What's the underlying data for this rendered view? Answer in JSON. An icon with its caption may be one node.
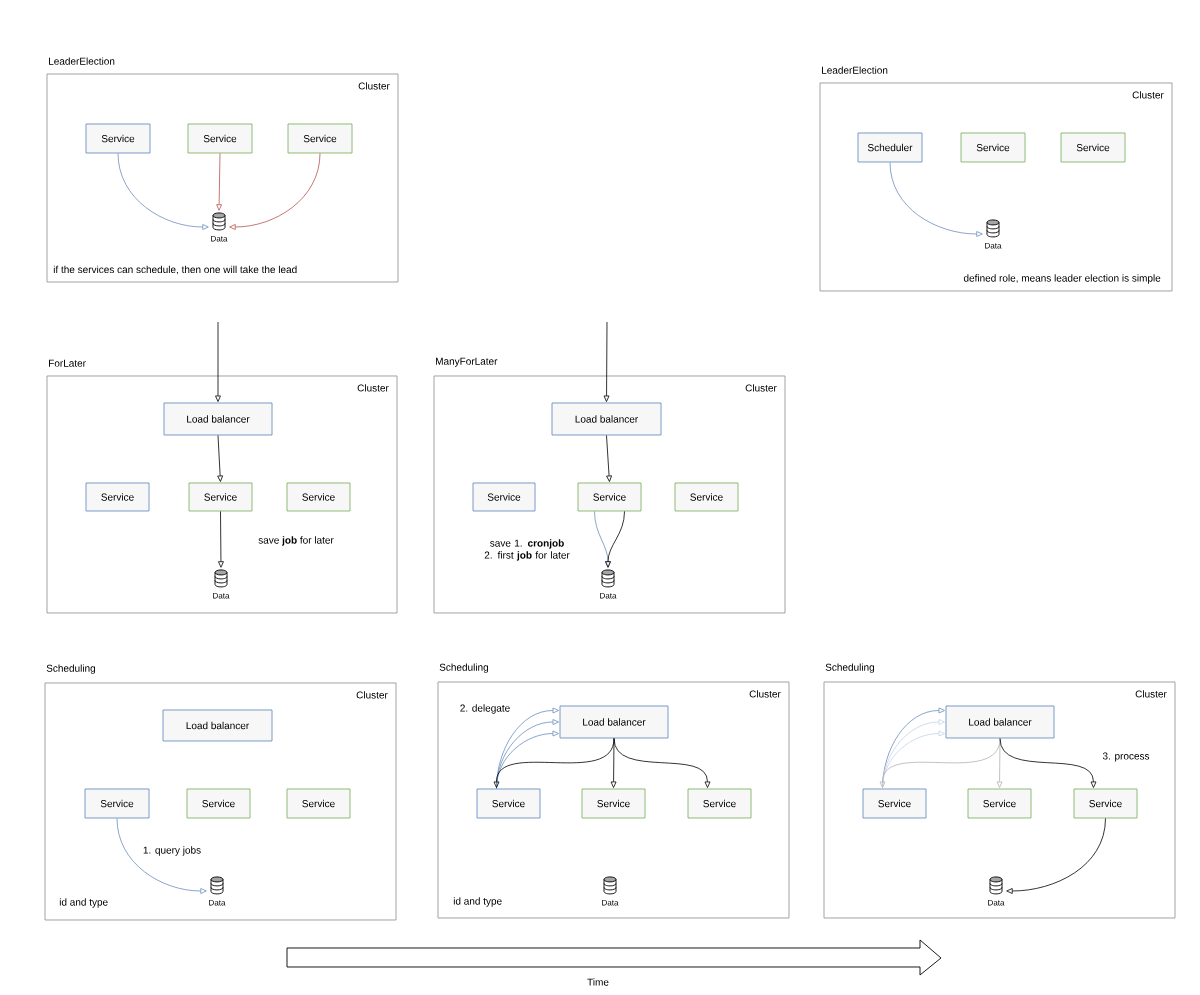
{
  "diagram": {
    "nodes": [
      {
        "text": [
          "LeaderElection",
          "Cluster"
        ]
      },
      {
        "text": [
          "Service"
        ],
        "in": 0
      },
      {
        "text": [
          "Service"
        ],
        "in": 0
      },
      {
        "text": [
          "Service"
        ],
        "in": 0
      },
      {
        "text": [
          "Data"
        ],
        "in": 0
      },
      {
        "text": [
          "LeaderElection",
          "Cluster"
        ]
      },
      {
        "text": [
          "Scheduler"
        ],
        "in": 5
      },
      {
        "text": [
          "Service"
        ],
        "in": 5
      },
      {
        "text": [
          "Service"
        ],
        "in": 5
      },
      {
        "text": [
          "Data"
        ],
        "in": 5
      },
      {
        "text": [
          "ForLater",
          "Cluster"
        ]
      },
      {
        "text": [
          "Load balancer"
        ],
        "in": 10
      },
      {
        "text": [
          "Service"
        ],
        "in": 10
      },
      {
        "text": [
          "Service"
        ],
        "in": 10
      },
      {
        "text": [
          "Service"
        ],
        "in": 10
      },
      {
        "text": [
          "Data"
        ],
        "in": 10
      },
      {
        "text": [
          "ManyForLater",
          "Cluster"
        ]
      },
      {
        "text": [
          "Load balancer"
        ],
        "in": 16
      },
      {
        "text": [
          "Service"
        ],
        "in": 16
      },
      {
        "text": [
          "Service"
        ],
        "in": 16
      },
      {
        "text": [
          "Service"
        ],
        "in": 16
      },
      {
        "text": [
          "Data"
        ],
        "in": 16
      },
      {
        "text": [
          "Scheduling",
          "Cluster"
        ]
      },
      {
        "text": [
          "Load balancer"
        ],
        "in": 22
      },
      {
        "text": [
          "Service"
        ],
        "in": 22
      },
      {
        "text": [
          "Service"
        ],
        "in": 22
      },
      {
        "text": [
          "Service"
        ],
        "in": 22
      },
      {
        "text": [
          "Data"
        ],
        "in": 22
      },
      {
        "text": [
          "Scheduling",
          "Cluster"
        ]
      },
      {
        "text": [
          "Load balancer"
        ],
        "in": 28
      },
      {
        "text": [
          "Service"
        ],
        "in": 28
      },
      {
        "text": [
          "Service"
        ],
        "in": 28
      },
      {
        "text": [
          "Service"
        ],
        "in": 28
      },
      {
        "text": [
          "Data"
        ],
        "in": 28
      },
      {
        "text": [
          "Scheduling",
          "Cluster"
        ]
      },
      {
        "text": [
          "Load balancer"
        ],
        "in": 34
      },
      {
        "text": [
          "Service"
        ],
        "in": 34
      },
      {
        "text": [
          "Service"
        ],
        "in": 34
      },
      {
        "text": [
          "Service"
        ],
        "in": 34
      },
      {
        "text": [
          "Data"
        ],
        "in": 34
      }
    ],
    "edges": [
      {
        "from": 1,
        "to": 4,
        "arrow": "to",
        "color": "#6c8ebf"
      },
      {
        "from": 2,
        "to": 4,
        "arrow": "to",
        "color": "#b85450"
      },
      {
        "from": 3,
        "to": 4,
        "arrow": "to",
        "color": "#b85450"
      },
      {
        "from": 6,
        "to": 9,
        "arrow": "to",
        "color": "#6c8ebf"
      },
      {
        "from": null,
        "to": 11,
        "arrow": "to"
      },
      {
        "from": 11,
        "to": 13,
        "arrow": "to"
      },
      {
        "from": 13,
        "to": 15,
        "arrow": "to",
        "label": "save **job** for later"
      },
      {
        "from": null,
        "to": 17,
        "arrow": "to"
      },
      {
        "from": 17,
        "to": 19,
        "arrow": "to"
      },
      {
        "from": 19,
        "to": 21,
        "arrow": "to",
        "color": "#6c8ebf"
      },
      {
        "from": 19,
        "to": 21,
        "arrow": "to"
      },
      {
        "from": 24,
        "to": 27,
        "arrow": "to",
        "color": "#6c8ebf",
        "label": "1. query jobs"
      },
      {
        "from": 30,
        "to": 29,
        "arrow": "to",
        "color": "#6c8ebf",
        "label": "2. delegate"
      },
      {
        "from": 30,
        "to": 29,
        "arrow": "to",
        "color": "#6c8ebf"
      },
      {
        "from": 30,
        "to": 29,
        "arrow": "to",
        "color": "#6c8ebf"
      },
      {
        "from": 29,
        "to": 30,
        "arrow": "to"
      },
      {
        "from": 29,
        "to": 31,
        "arrow": "to"
      },
      {
        "from": 29,
        "to": 32,
        "arrow": "to"
      },
      {
        "from": 36,
        "to": 35,
        "arrow": "to",
        "color": "#6c8ebf"
      },
      {
        "from": 36,
        "to": 35,
        "arrow": "to",
        "color": "#c5d3ea"
      },
      {
        "from": 36,
        "to": 35,
        "arrow": "to",
        "color": "#c5d3ea"
      },
      {
        "from": 35,
        "to": 36,
        "arrow": "to",
        "color": "#b3b3b3"
      },
      {
        "from": 35,
        "to": 37,
        "arrow": "to",
        "color": "#b3b3b3"
      },
      {
        "from": 35,
        "to": 38,
        "arrow": "to",
        "label": "3. process"
      },
      {
        "from": 38,
        "to": 39,
        "arrow": "to"
      }
    ],
    "labels": [
      "if the services can schedule, then one will take the lead",
      "defined role, means leader election is simple",
      "save 1. **cronjob** 2. first **job** for later",
      "id and type",
      "id and type",
      "Time"
    ]
  }
}
